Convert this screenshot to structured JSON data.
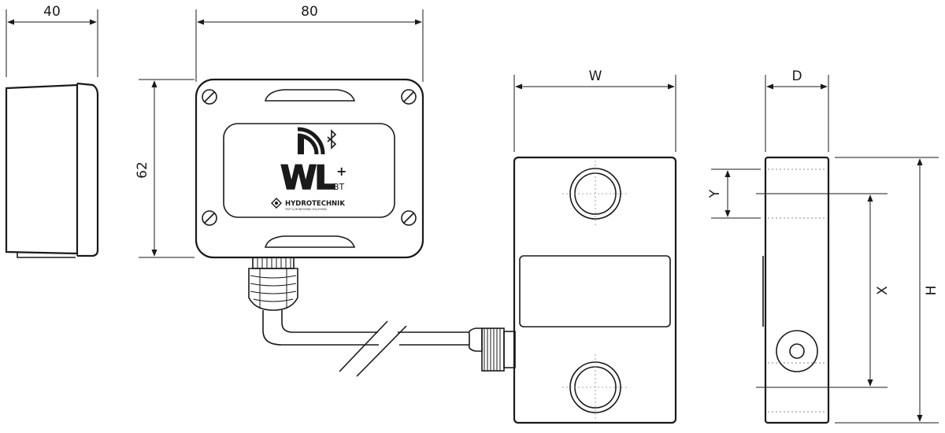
{
  "dimensions": {
    "side_depth": "40",
    "sensor_width": "80",
    "sensor_height": "62",
    "loadcell_width": "W",
    "loadcell_depth": "D",
    "loadcell_height": "H",
    "hole_spacing": "X",
    "hole_offset": "Y"
  },
  "logo": {
    "product": "WL",
    "variant": "BT",
    "brand": "HYDROTECHNIK",
    "tagline": "TEST & MONITORING SOLUTIONS"
  },
  "colors": {
    "line": "#1a1a1a",
    "background": "#ffffff",
    "dotted": "#888888"
  },
  "icons": [
    "wireless-signal-icon",
    "bluetooth-icon",
    "hydrotechnik-logo-icon",
    "screw-icon"
  ]
}
